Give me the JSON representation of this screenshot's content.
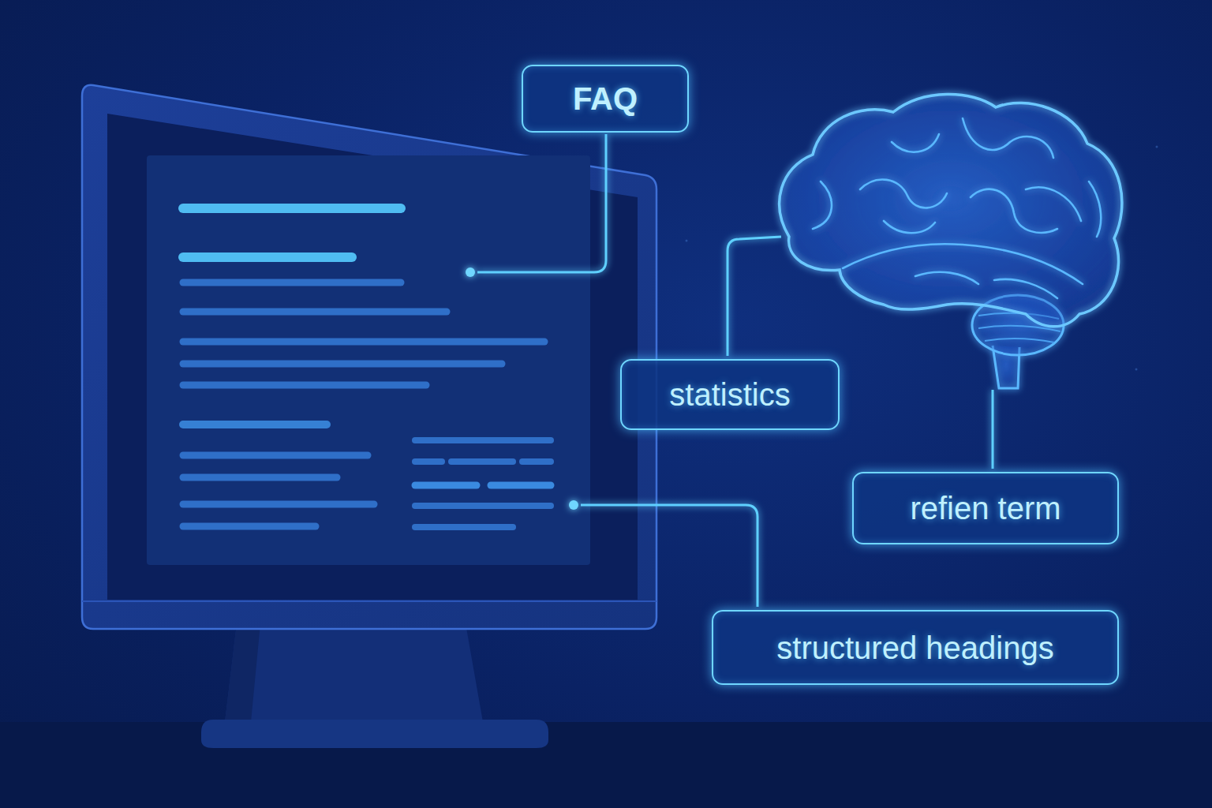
{
  "diagram": {
    "nodes": [
      {
        "text": [
          "FAQ"
        ]
      },
      {
        "text": [
          "statistics"
        ]
      },
      {
        "text": [
          "refien term"
        ]
      },
      {
        "text": [
          "structured headings"
        ]
      }
    ]
  }
}
